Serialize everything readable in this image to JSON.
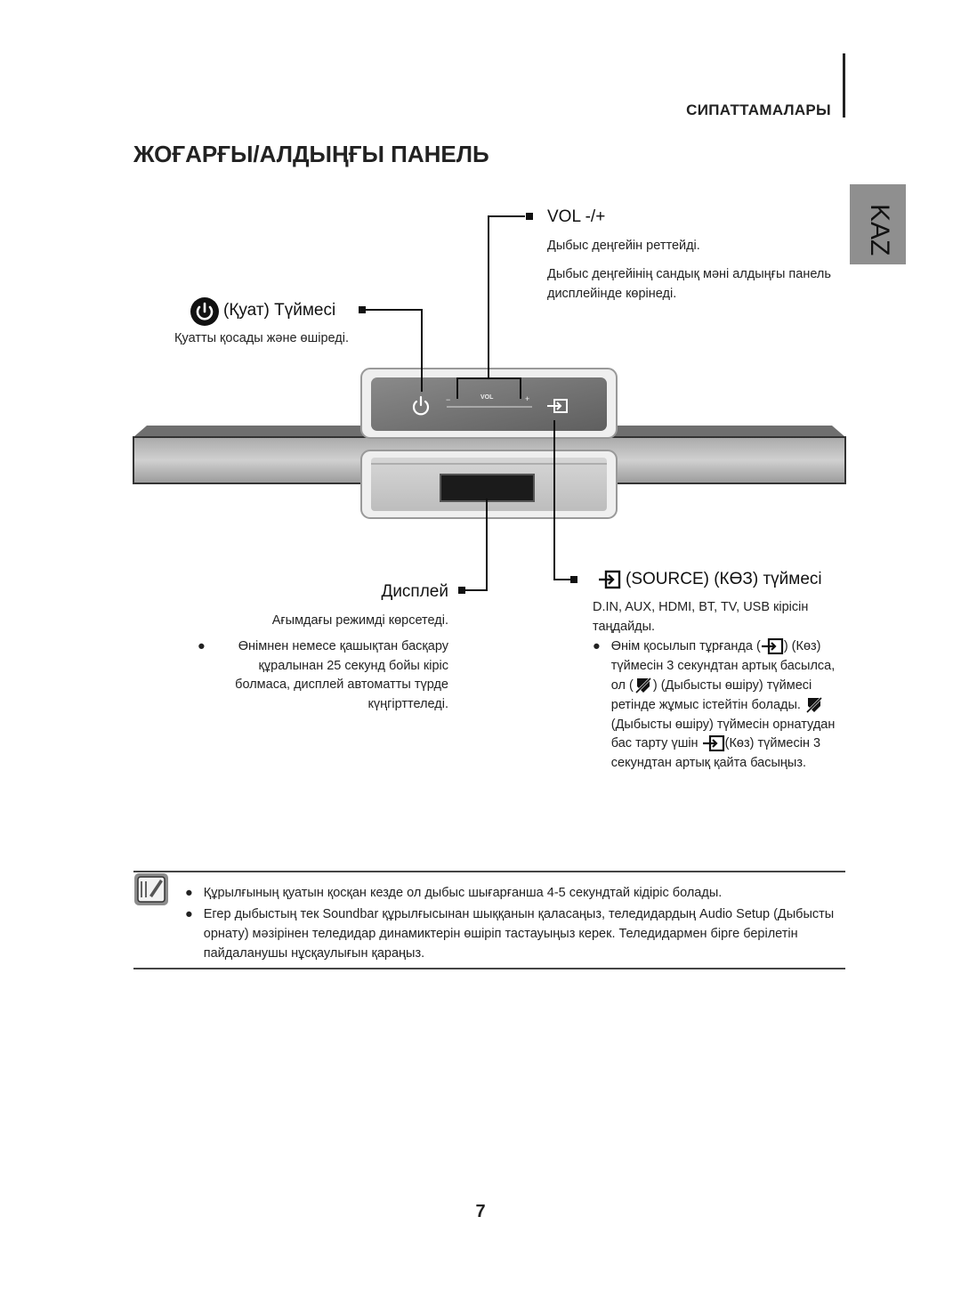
{
  "header": {
    "section": "СИПАТТАМАЛАРЫ"
  },
  "page_title": "ЖОҒАРҒЫ/АЛДЫҢҒЫ ПАНЕЛЬ",
  "lang_tab": "KAZ",
  "vol": {
    "title": "VOL -/+",
    "lines": [
      "Дыбыс деңгейін реттейді.",
      "Дыбыс деңгейінің сандық мәні алдыңғы панель дисплейінде көрінеді."
    ]
  },
  "power": {
    "title": "(Қуат) Түймесі",
    "desc": "Қуатты қосады және өшіреді."
  },
  "device": {
    "vol_label": "VOL",
    "minus": "−",
    "plus": "+"
  },
  "display": {
    "title": "Дисплей",
    "desc": "Ағымдағы режимді көрсетеді.",
    "bullet": "Өнімнен немесе қашықтан басқару құралынан 25 секунд бойы кіріс болмаса, дисплей автоматты түрде күңгірттеледі."
  },
  "source": {
    "title": "(SOURCE) (КӨЗ) түймесі",
    "desc": "D.IN, AUX, HDMI, BT, TV, USB кірісін таңдайды.",
    "b1": "Өнім қосылып тұрғанда (",
    "b2": ") (Көз) түймесін 3 секундтан артық басылса, ол (",
    "b3": ") (Дыбысты өшіру) түймесі ретінде жұмыс істейтін болады.",
    "b4": "(Дыбысты өшіру) түймесін орнатудан бас тарту үшін",
    "b5": "(Көз) түймесін 3 секундтан артық қайта басыңыз."
  },
  "notes": [
    "Құрылғының қуатын қосқан кезде ол дыбыс шығарғанша 4-5 секундтай кідіріс болады.",
    "Егер дыбыстың тек Soundbar құрылғысынан шыққанын қаласаңыз, теледидардың Audio Setup (Дыбысты орнату) мәзірінен теледидар динамиктерін өшіріп тастауыңыз керек. Теледидармен бірге берілетін пайдаланушы нұсқаулығын қараңыз."
  ],
  "bullet_glyph": "●",
  "page_number": "7"
}
